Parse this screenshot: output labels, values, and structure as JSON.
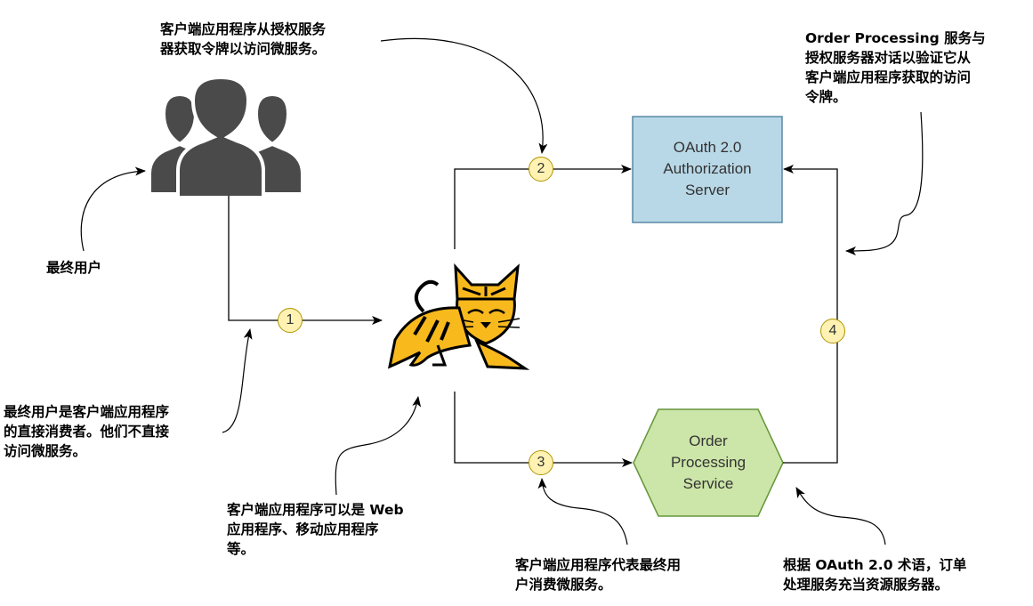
{
  "nodes": {
    "auth_server": "OAuth 2.0\nAuthorization\nServer",
    "order_service": "Order\nProcessing\nService"
  },
  "badges": [
    "1",
    "2",
    "3",
    "4"
  ],
  "annotations": {
    "client_gets_token": "客户端应用程序从授权服务\n器获取令牌以访问微服务。",
    "order_validates": "Order Processing 服务与\n授权服务器对话以验证它从\n客户端应用程序获取的访问\n令牌。",
    "end_user": "最终用户",
    "end_user_consumer": "最终用户是客户端应用程序\n的直接消费者。他们不直接\n访问微服务。",
    "client_types": "客户端应用程序可以是 Web\n应用程序、移动应用程序\n等。",
    "client_represents": "客户端应用程序代表最终用\n户消费微服务。",
    "resource_server": "根据 OAuth 2.0 术语，订单\n处理服务充当资源服务器。"
  },
  "colors": {
    "auth_fill": "#b9d8e7",
    "auth_stroke": "#5b88a6",
    "order_fill": "#cce5a8",
    "order_stroke": "#64963a",
    "badge_fill": "#fff2b3",
    "users_icon": "#4a4a4a",
    "tomcat_yellow": "#f8b91d"
  }
}
